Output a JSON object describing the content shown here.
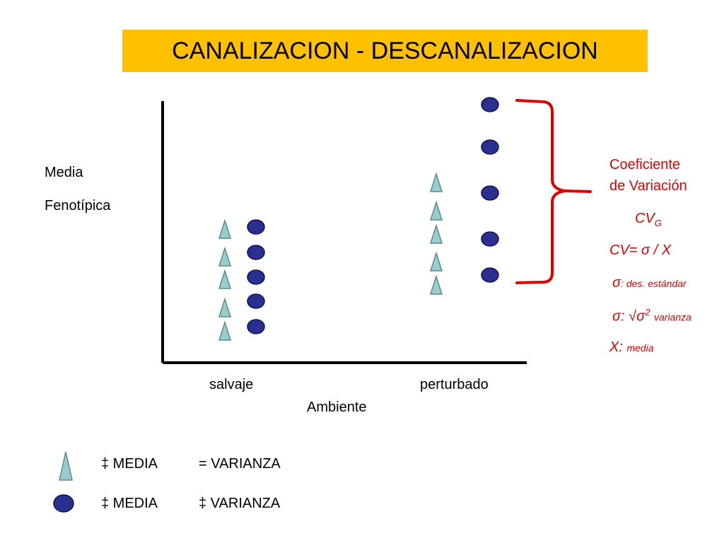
{
  "title": "CANALIZACION - DESCANALIZACION",
  "colors": {
    "title_bg": "#ffc000",
    "axis": "#000000",
    "triangle_fill": "#99cccc",
    "triangle_stroke": "#5a8a94",
    "circle_fill": "#2b2f8f",
    "circle_stroke": "#111450",
    "bracket": "#e00000",
    "formula_text": "#e00000"
  },
  "axis": {
    "y_label_line1": "Media",
    "y_label_line2": "Fenotípica",
    "x_label": "Ambiente",
    "categories": [
      "salvaje",
      "perturbado"
    ]
  },
  "groups": [
    {
      "environment": "salvaje",
      "triangles": 5,
      "circles": 5
    },
    {
      "environment": "perturbado",
      "triangles": 5,
      "circles": 5
    }
  ],
  "annotation": {
    "coef_line1": "Coeficiente",
    "coef_line2": "de Variación",
    "cv_main": "CV",
    "cv_sub": "G",
    "formula": "CV=  σ / X",
    "sigma_sym": "σ",
    "sigma_desc": ": des. estándar",
    "var_sym": "σ: √σ",
    "var_sup": "2",
    "var_desc": "varianza",
    "x_sym": "X:",
    "x_desc": "media"
  },
  "legend": [
    {
      "icon": "triangle",
      "media": "‡ MEDIA",
      "varianza": "= VARIANZA"
    },
    {
      "icon": "circle",
      "media": "‡ MEDIA",
      "varianza": "‡ VARIANZA"
    }
  ]
}
